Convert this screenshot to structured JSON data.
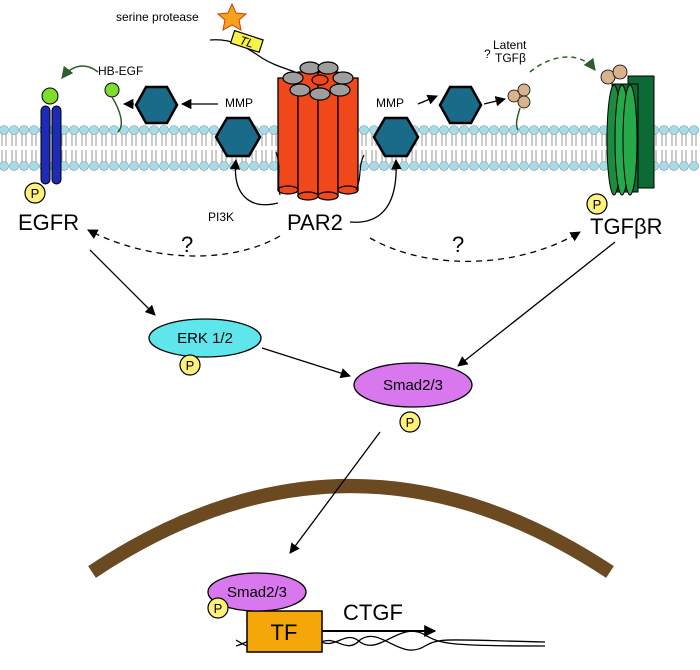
{
  "labels": {
    "serine_protease": "serine protease",
    "tl": "TL",
    "hb_egf": "HB-EGF",
    "mmp_left": "MMP",
    "mmp_right": "MMP",
    "latent_q": "?",
    "latent_line1": "Latent",
    "latent_line2": "TGFβ",
    "egfr": "EGFR",
    "par2": "PAR2",
    "tgfbr": "TGFβR",
    "pi3k": "PI3K",
    "q_left": "?",
    "q_right": "?",
    "erk": "ERK 1/2",
    "smad": "Smad2/3",
    "smad_nuc": "Smad2/3",
    "tf": "TF",
    "ctgf": "CTGF",
    "p": "P"
  },
  "colors": {
    "membrane_head": "#a8dbe6",
    "membrane_tail": "#9a9a9a",
    "par2": "#f0481a",
    "par2_top": "#9e9e9e",
    "egfr": "#1d2bb5",
    "hb_egf": "#7ddd2a",
    "mmp": "#1a6a8a",
    "tgfbr_light": "#27a84a",
    "tgfbr_dark": "#0e6a34",
    "latent_tgfb": "#d9b38c",
    "erk": "#5ee6ec",
    "smad": "#d977ee",
    "phospho": "#fff27a",
    "tf": "#f5a70a",
    "nucleus": "#6b4a22",
    "tl": "#f6f24a",
    "star": "#f6a21a",
    "arrow_green": "#2e5e2e"
  }
}
